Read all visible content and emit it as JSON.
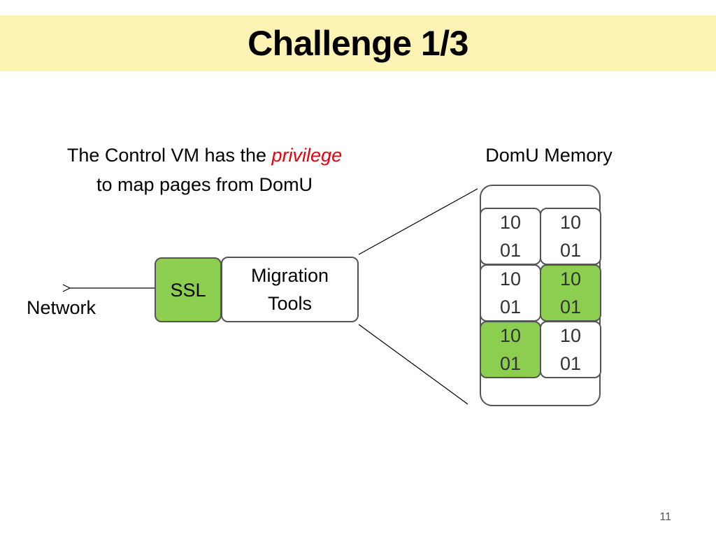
{
  "slide": {
    "title": "Challenge 1/3",
    "number": "11"
  },
  "caption_left": {
    "line1_prefix": "The Control VM has the ",
    "line1_emphasis": "privilege",
    "line2": "to map pages from DomU"
  },
  "caption_right": "DomU Memory",
  "network_label": "Network",
  "ssl_label": "SSL",
  "migration_tools_label": "Migration\nTools",
  "memory_pages": [
    {
      "line1": "10",
      "line2": "01",
      "highlighted": false
    },
    {
      "line1": "10",
      "line2": "01",
      "highlighted": false
    },
    {
      "line1": "10",
      "line2": "01",
      "highlighted": false
    },
    {
      "line1": "10",
      "line2": "01",
      "highlighted": true
    },
    {
      "line1": "10",
      "line2": "01",
      "highlighted": true
    },
    {
      "line1": "10",
      "line2": "01",
      "highlighted": false
    }
  ],
  "colors": {
    "title_background": "#fcf3b5",
    "highlight_green": "#8ccf50",
    "emphasis_red": "#e8000b"
  }
}
